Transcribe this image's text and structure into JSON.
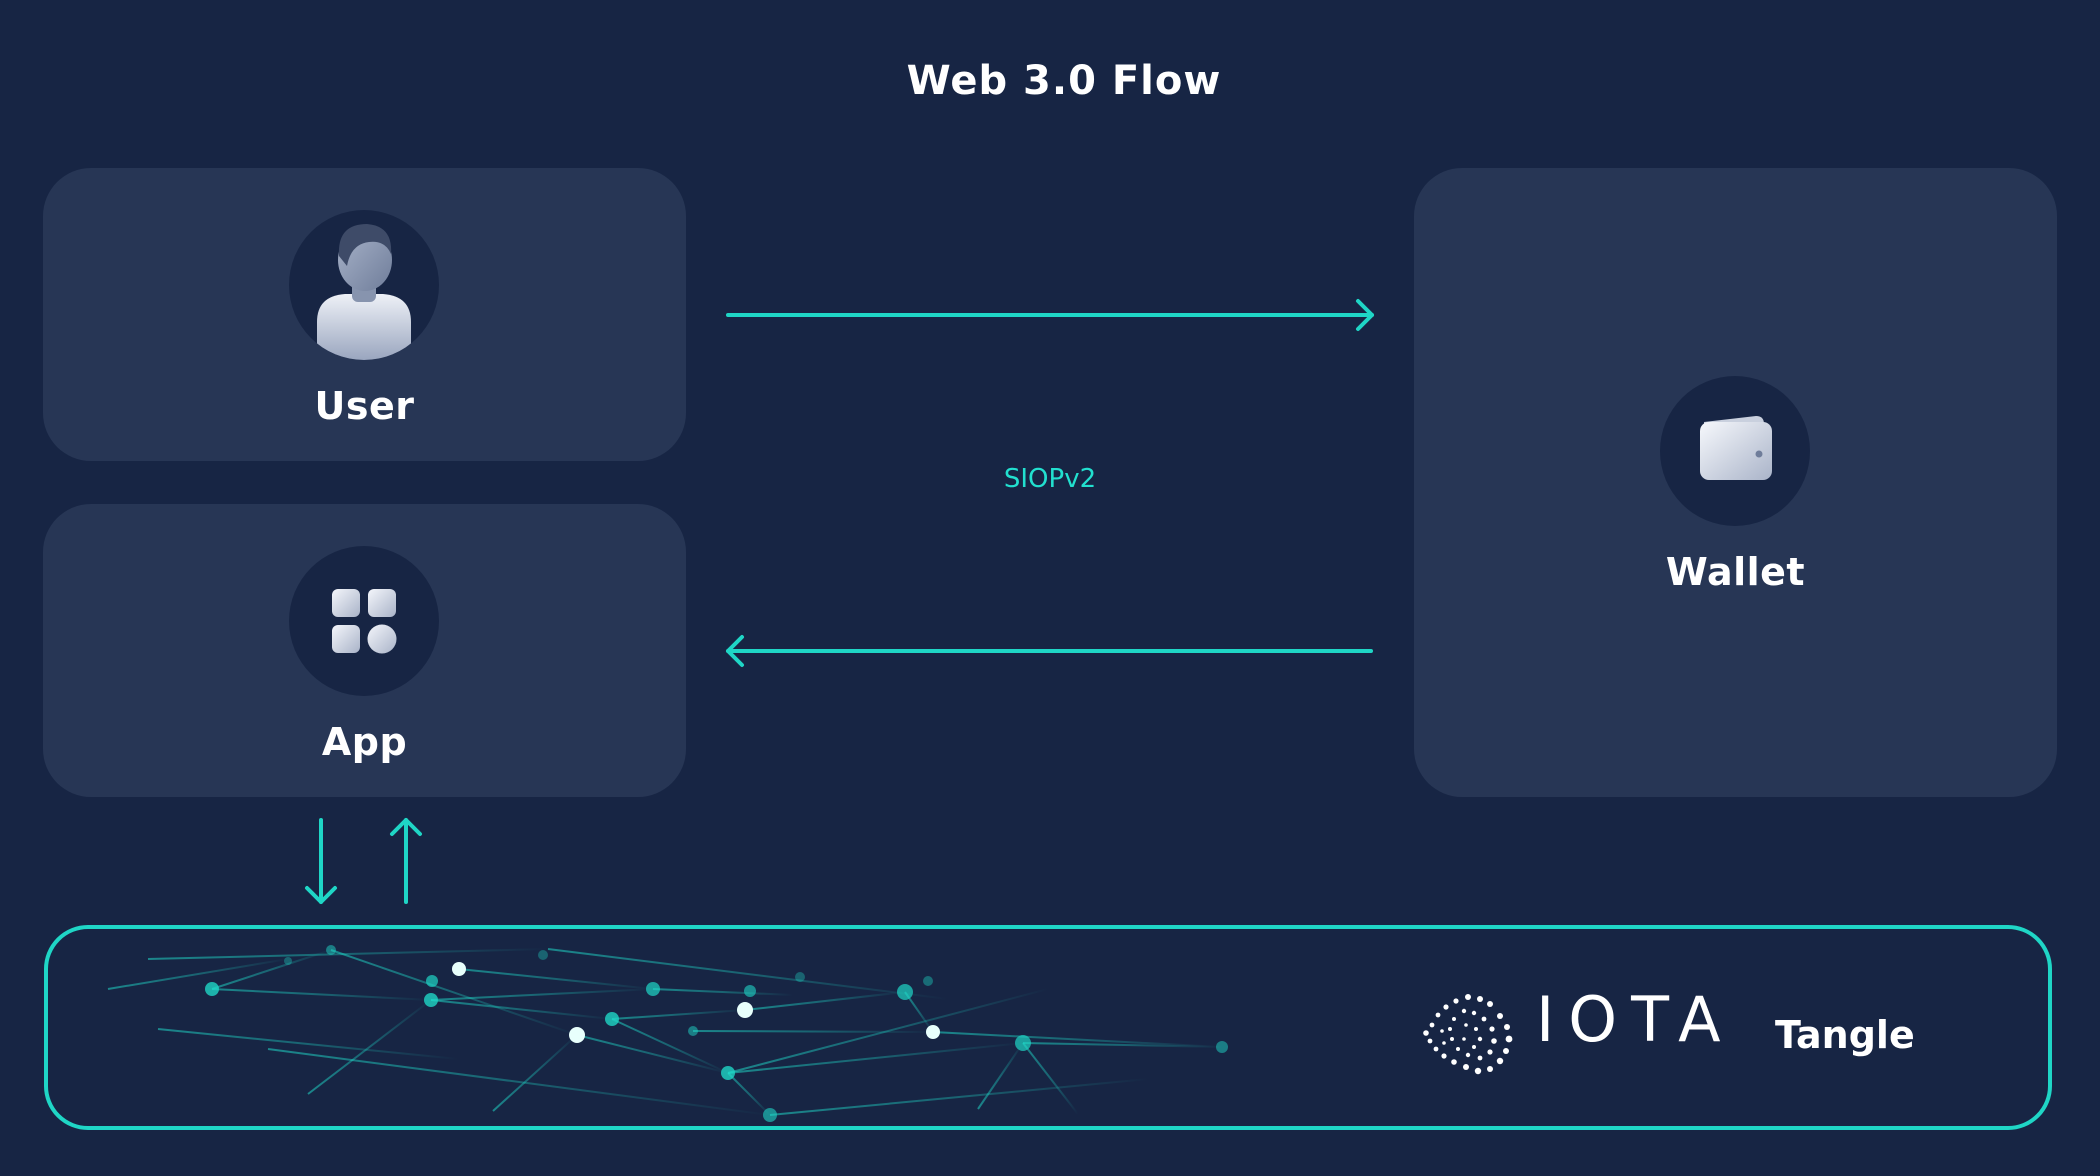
{
  "title": "Web 3.0 Flow",
  "nodes": {
    "user": {
      "label": "User",
      "icon": "user-avatar-icon"
    },
    "app": {
      "label": "App",
      "icon": "app-grid-icon"
    },
    "wallet": {
      "label": "Wallet",
      "icon": "wallet-icon"
    }
  },
  "protocol": {
    "label": "SIOPv2"
  },
  "tangle": {
    "brand": "IOTA",
    "label": "Tangle",
    "icon": "iota-logo-icon"
  },
  "colors": {
    "background": "#172544",
    "panel": "#273655",
    "accent": "#1fd6c6",
    "text": "#ffffff"
  }
}
